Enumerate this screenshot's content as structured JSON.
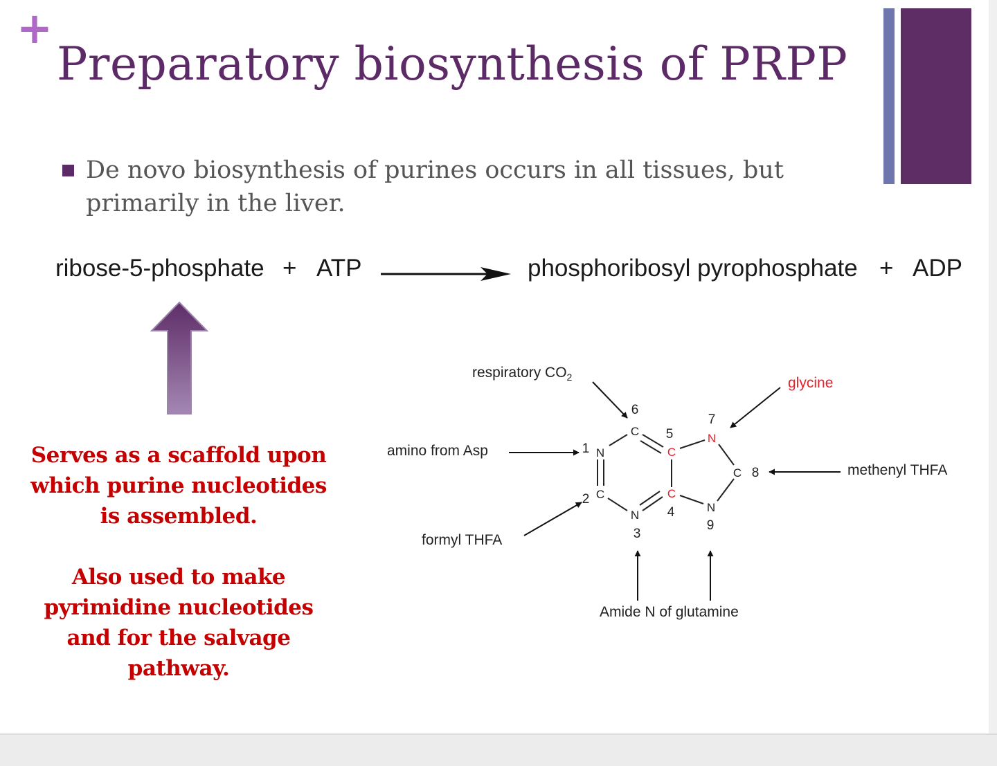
{
  "slide": {
    "plus_symbol": "+",
    "title": "Preparatory biosynthesis of PRPP",
    "bullet": "De novo biosynthesis of purines occurs in all tissues, but primarily in the liver."
  },
  "equation": {
    "reactant_1": "ribose-5-phosphate",
    "plus_1": "+",
    "reactant_2": "ATP",
    "product_1": "phosphoribosyl pyrophosphate",
    "plus_2": "+",
    "product_2": "ADP"
  },
  "notes": {
    "scaffold": "Serves as a scaffold upon which purine nucleotides is assembled.",
    "other_uses": "Also used to make pyrimidine nucleotides and for the salvage pathway."
  },
  "purine": {
    "sources": {
      "respiratory_co2": "respiratory CO",
      "respiratory_co2_subscript": "2",
      "glycine": "glycine",
      "amino_asp": "amino from Asp",
      "methenyl_thfa": "methenyl THFA",
      "formyl_thfa": "formyl THFA",
      "amide_n_glutamine": "Amide N of glutamine"
    },
    "atoms": {
      "n1": "N",
      "c2": "C",
      "n3": "N",
      "c4": "C",
      "c5": "C",
      "c6": "C",
      "n7": "N",
      "c8": "C",
      "n9": "N"
    },
    "positions": {
      "p1": "1",
      "p2": "2",
      "p3": "3",
      "p4": "4",
      "p5": "5",
      "p6": "6",
      "p7": "7",
      "p8": "8",
      "p9": "9"
    }
  },
  "colors": {
    "title": "#5c2a66",
    "accent_thin": "#6f76ad",
    "accent_thick": "#5f2d66",
    "note_red": "#c40000",
    "highlight_red": "#e8202a"
  }
}
